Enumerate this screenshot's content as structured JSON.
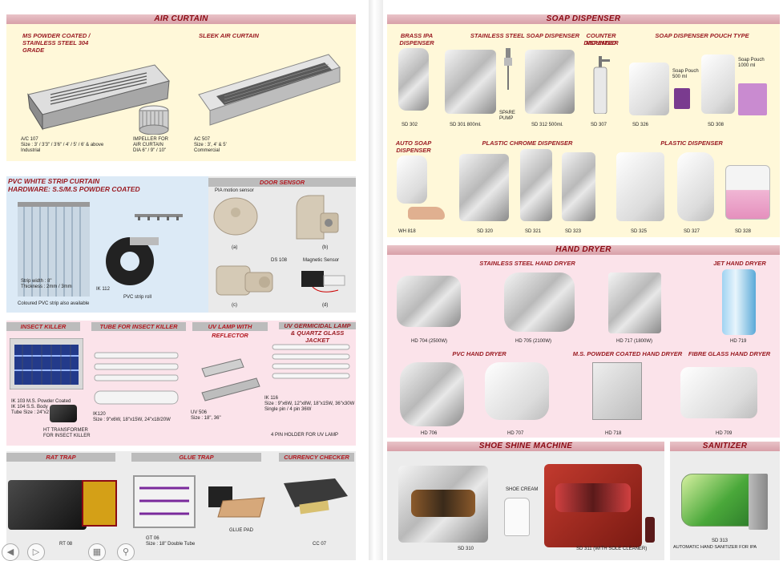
{
  "left": {
    "air_curtain": {
      "title": "AIR CURTAIN",
      "ms_heading": "MS POWDER COATED / STAINLESS STEEL 304 GRADE",
      "sleek_heading": "SLEEK AIR CURTAIN",
      "ac107": "A/C 107",
      "ac107_size": "Size : 3' / 3'3\" / 3'6\" / 4' / 5' / 6' & above",
      "ac107_use": "Industrial",
      "impeller_l1": "IMPELLER FOR",
      "impeller_l2": "AIR CURTAIN",
      "impeller_l3": "DIA 6\" / 9\" / 10\"",
      "ac507": "AC 507",
      "ac507_size": "Size : 3', 4' & 5'",
      "ac507_use": "Commercial"
    },
    "pvc": {
      "title_l1": "PVC WHITE STRIP CURTAIN",
      "title_l2": "HARDWARE: S.S/M.S POWDER COATED",
      "strip_width": "Strip width : 8\"",
      "thickness": "Thickness : 2mm / 3mm",
      "model": "IK 112",
      "roll": "PVC strip roll",
      "coloured": "Coloured PVC strip also available"
    },
    "door_sensor": {
      "title": "DOOR SENSOR",
      "pia": "PIA motion sensor",
      "a": "(a)",
      "b": "(b)",
      "c": "(c)",
      "d": "(d)",
      "ds108": "DS 108",
      "magnetic": "Magnetic Sensor"
    },
    "insect": {
      "killer_title": "INSECT KILLER",
      "tube_title": "TUBE FOR INSECT KILLER",
      "uv_title": "UV LAMP WITH REFLECTOR",
      "germ_title_l1": "UV GERMICIDAL LAMP",
      "germ_title_l2": "& QUARTZ GLASS JACKET",
      "ik103": "IK 103 M.S. Powder Coated",
      "ik104": "IK 104 S.S. Body",
      "tube_size": "Tube Size : 24\"x2",
      "ht_l1": "HT TRANSFORMER",
      "ht_l2": "FOR INSECT KILLER",
      "ik120": "IK120",
      "ik120_size": "Size : 9\"x6W, 18\"x15W, 24\"x18/20W",
      "uv506": "UV 506",
      "uv506_size": "Size : 18\", 36\"",
      "ik116": "IK 116",
      "ik116_size": "Size : 9\"x6W, 12\"x8W, 18\"x15W, 36\"x30W",
      "ik116_pin": "Single pin / 4 pin 36W",
      "holder": "4 PIN HOLDER FOR UV LAMP"
    },
    "bottom": {
      "rat_title": "RAT TRAP",
      "glue_title": "GLUE TRAP",
      "currency_title": "CURRENCY CHECKER",
      "rt08": "RT 08",
      "gt06": "GT 06",
      "gt06_size": "Size : 18\" Double Tube",
      "glue_pad": "GLUE PAD",
      "cc07": "CC 07"
    }
  },
  "right": {
    "soap": {
      "title": "SOAP DISPENSER",
      "brass_l1": "BRASS IPA",
      "brass_l2": "DISPENSER",
      "ss_title": "STAINLESS STEEL SOAP DISPENSER",
      "counter_l1": "COUNTER MOUNTED",
      "counter_l2": "DISPENSER",
      "pouch_title": "SOAP DISPENSER POUCH TYPE",
      "sd302": "SD 302",
      "sd301": "SD 301  800ml.",
      "spare_l1": "SPARE",
      "spare_l2": "PUMP",
      "sd312": "SD 312  500ml.",
      "sd307": "SD 307",
      "pouch500_l1": "Soap Pouch",
      "pouch500_l2": "500 ml",
      "pouch1000_l1": "Soap Pouch",
      "pouch1000_l2": "1000 ml",
      "sd326": "SD 326",
      "sd308": "SD 308",
      "auto_l1": "AUTO SOAP",
      "auto_l2": "DISPENSER",
      "chrome_title": "PLASTIC CHROME DISPENSER",
      "plastic_title": "PLASTIC DISPENSER",
      "wh818": "WH 818",
      "sd320": "SD 320",
      "sd321": "SD 321",
      "sd323": "SD 323",
      "sd325": "SD 325",
      "sd327": "SD 327",
      "sd328": "SD 328"
    },
    "dryer": {
      "title": "HAND DRYER",
      "ss_title": "STAINLESS STEEL HAND DRYER",
      "jet_title": "JET HAND DRYER",
      "hd704": "HD 704 (2500W)",
      "hd705": "HD 705 (2100W)",
      "hd717": "HD 717 (1800W)",
      "hd719": "HD 719",
      "pvc_title": "PVC HAND DRYER",
      "ms_title": "M.S. POWDER COATED HAND DRYER",
      "fibre_title": "FIBRE GLASS HAND DRYER",
      "hd706": "HD 706",
      "hd707": "HD 707",
      "hd718": "HD 718",
      "hd709": "HD 709"
    },
    "shoe": {
      "title": "SHOE SHINE MACHINE",
      "cream": "SHOE CREAM",
      "sd310": "SD 310",
      "sd311": "SD 311 (WITH SOLE CLEANER)"
    },
    "sanitizer": {
      "title": "SANITIZER",
      "sd313": "SD 313",
      "desc": "AUTOMATIC HAND SANITIZER FOR IPA"
    }
  },
  "colors": {
    "header_red": "#9a1b22",
    "band_pink": "#dfb0b6",
    "panel_cream": "#fff8d9",
    "panel_blue": "#dceaf6",
    "panel_pink": "#fbe3ea",
    "panel_gray": "#ececec"
  },
  "viewer_icons": [
    "back-icon",
    "forward-icon",
    "grid-view-icon",
    "zoom-icon"
  ]
}
